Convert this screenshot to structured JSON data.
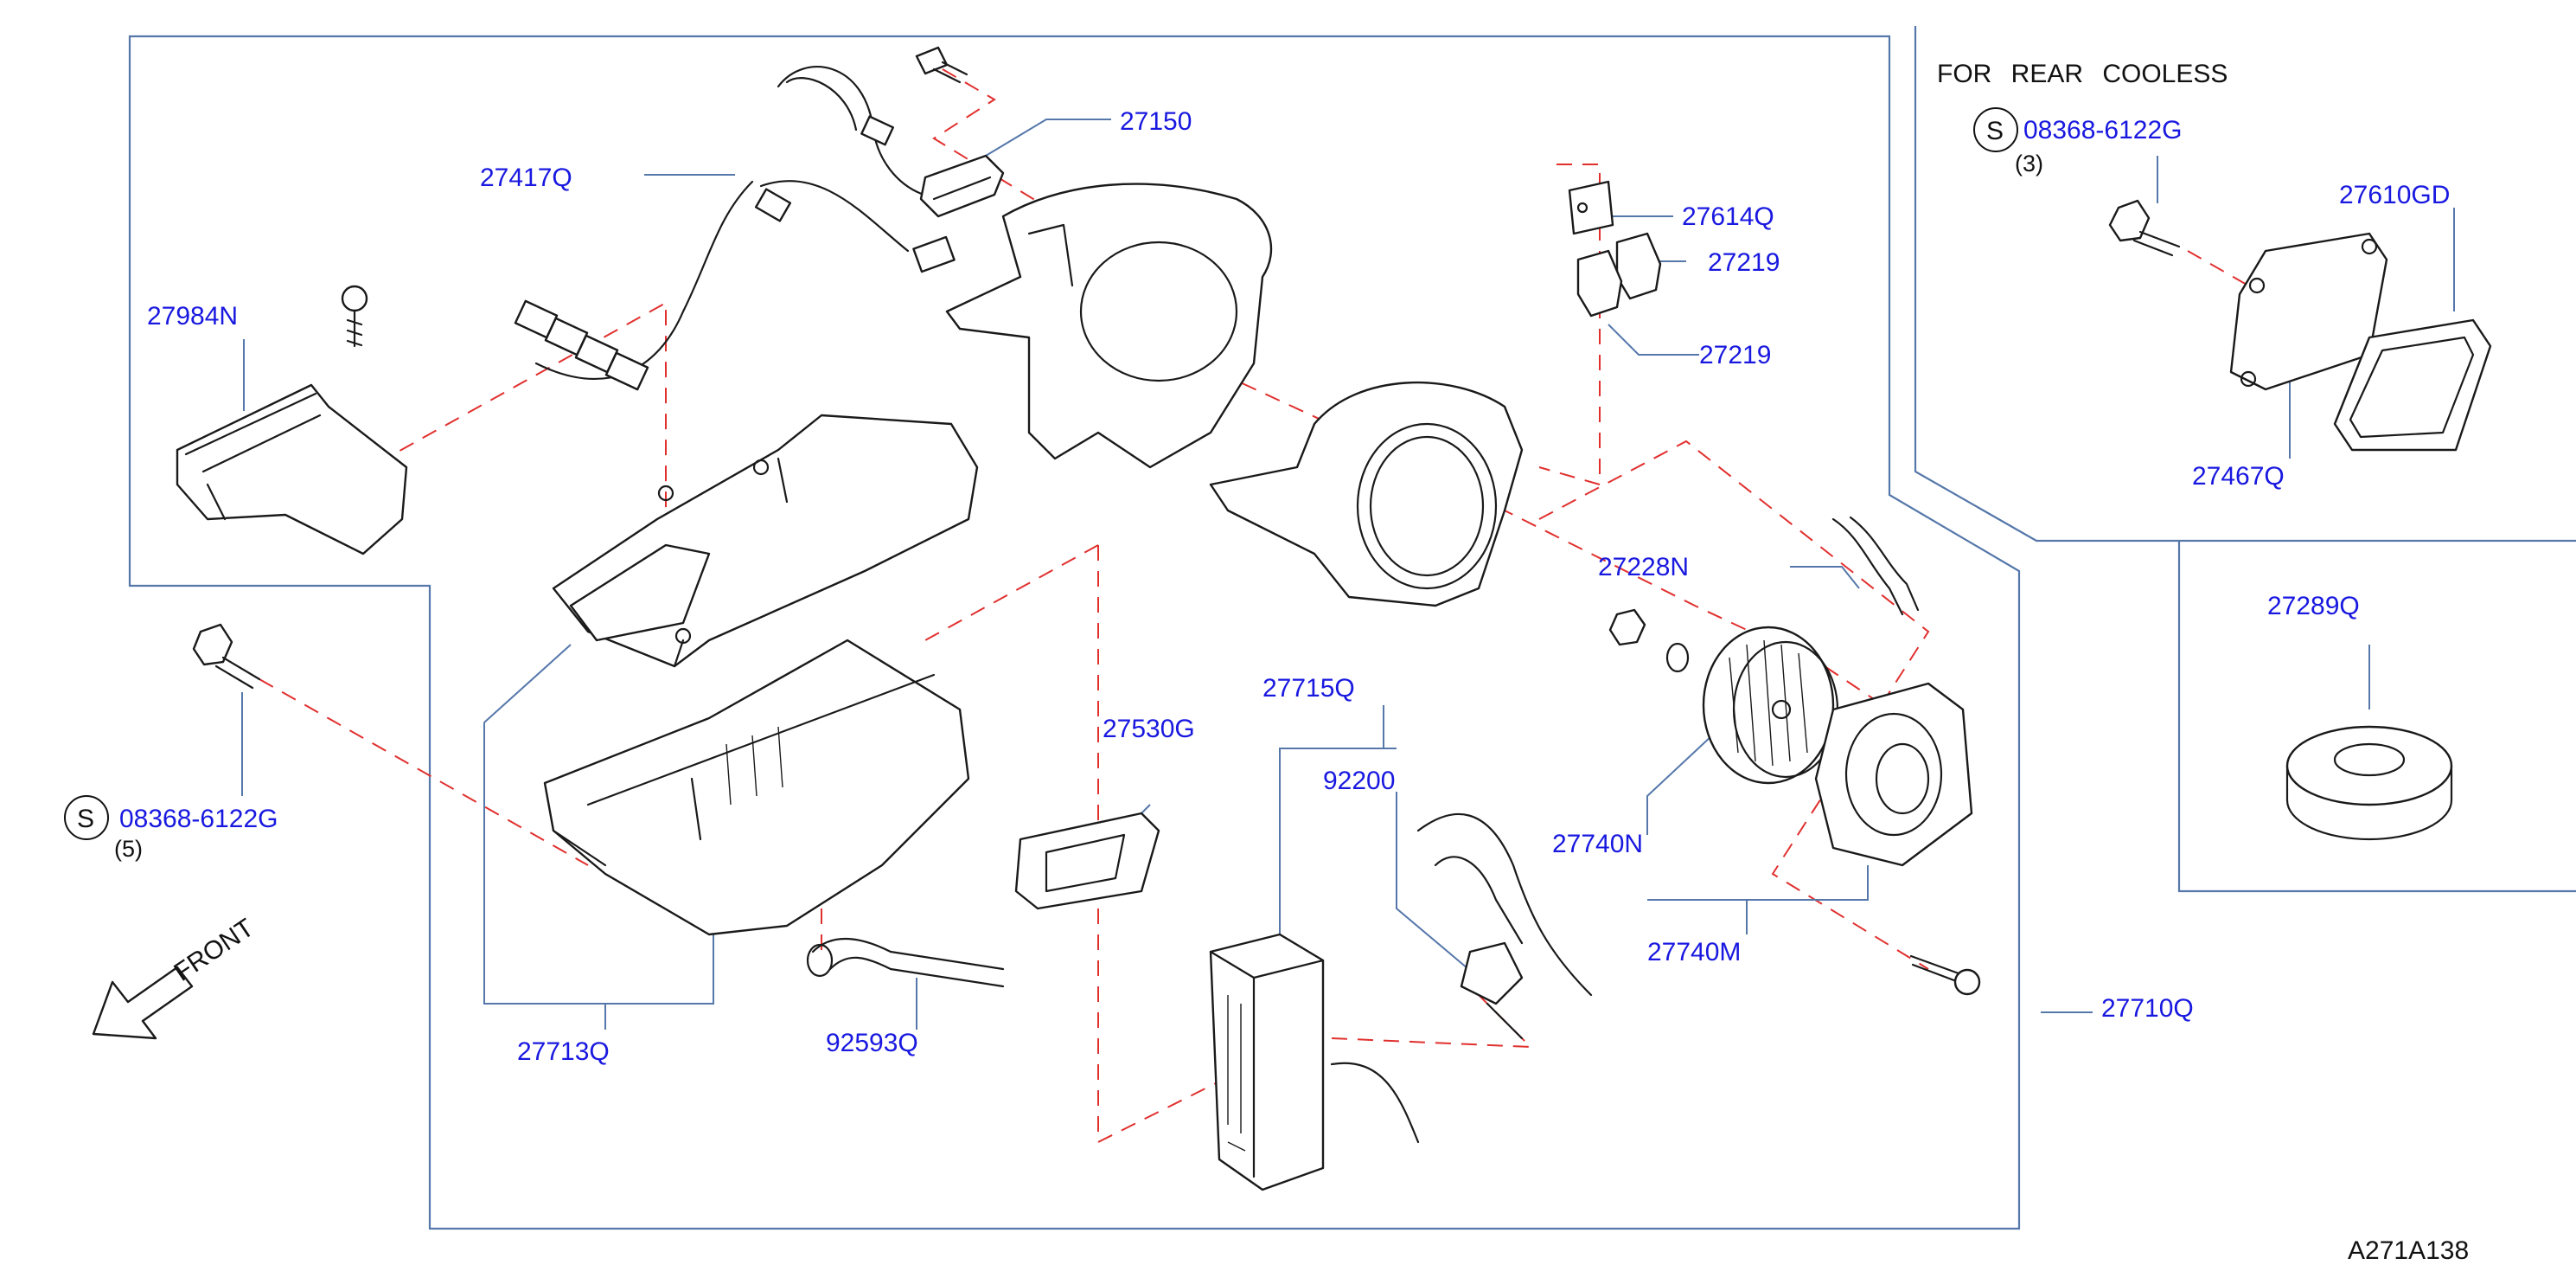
{
  "diagram": {
    "header_note": "FOR REAR COOLESS",
    "drawing_code": "A271A138",
    "front_label": "FRONT",
    "std_symbol": "S",
    "callouts": {
      "p27150": "27150",
      "p27417Q": "27417Q",
      "p27984N": "27984N",
      "p27614Q": "27614Q",
      "p27219a": "27219",
      "p27219b": "27219",
      "p27228N": "27228N",
      "p27715Q": "27715Q",
      "p27530G": "27530G",
      "p92200": "92200",
      "p27740N": "27740N",
      "p27740M": "27740M",
      "p27713Q": "27713Q",
      "p92593Q": "92593Q",
      "p27710Q": "27710Q",
      "p27610GD": "27610GD",
      "p27467Q": "27467Q",
      "p27289Q": "27289Q"
    },
    "bolts": {
      "left_part": "08368-6122G",
      "left_qty": "(5)",
      "right_part": "08368-6122G",
      "right_qty": "(3)"
    }
  }
}
